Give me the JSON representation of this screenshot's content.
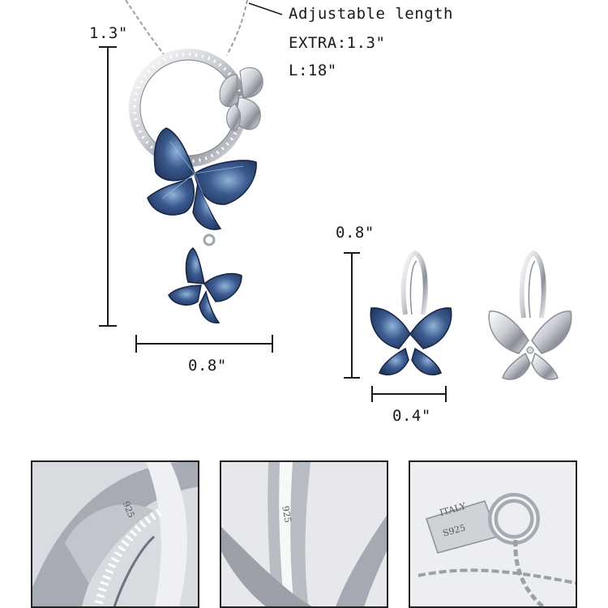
{
  "annotations": {
    "adjustable": "Adjustable length",
    "extra": "EXTRA:1.3\"",
    "length": "L:18\"",
    "pendant_height": "1.3\"",
    "pendant_width": "0.8\"",
    "earring_height": "0.8\"",
    "earring_width": "0.4\""
  },
  "stamps": {
    "ring_925": "925",
    "clasp_brand": "ITALY",
    "clasp_925": "S925",
    "earring_925": "925"
  },
  "colors": {
    "silver": "#c9ccd2",
    "silver_dark": "#8a8f98",
    "crystal_dark": "#1d2f55",
    "crystal_mid": "#3b5a8e",
    "crystal_light": "#8fb3d9",
    "ink": "#1a1a1a"
  }
}
